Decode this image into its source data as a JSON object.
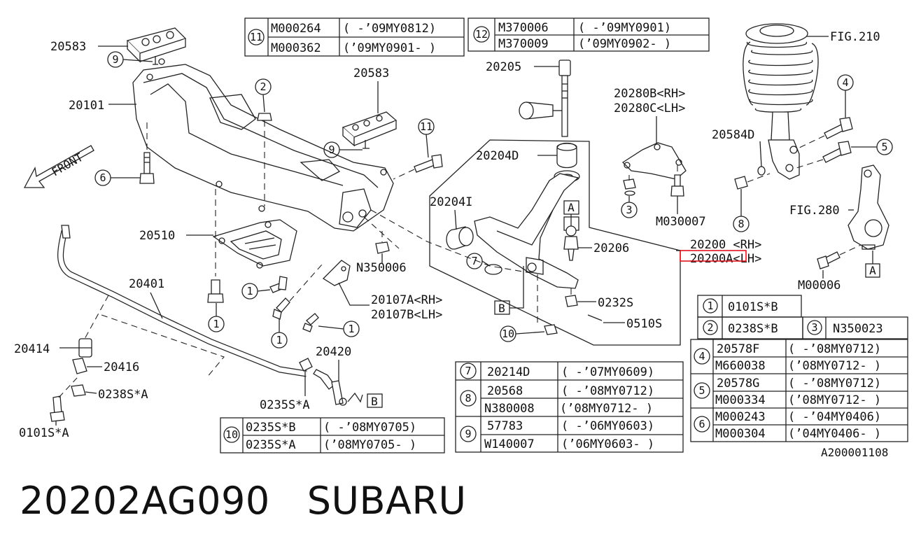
{
  "diagram_id": "A200001108",
  "footer": {
    "part_number": "20202AG090",
    "brand": "SUBARU"
  },
  "front_label": "FRONT",
  "callouts": {
    "c20583a": "20583",
    "c20583b": "20583",
    "c20101": "20101",
    "c20510": "20510",
    "c20401": "20401",
    "c20414": "20414",
    "c20416": "20416",
    "c0238A": "0238S*A",
    "c0101A": "0101S*A",
    "c0235A": "0235S*A",
    "c20420": "20420",
    "c20107A": "20107A<RH>",
    "c20107B": "20107B<LH>",
    "cN350006": "N350006",
    "c20205": "20205",
    "c20204D": "20204D",
    "c20204I": "20204I",
    "c20206": "20206",
    "c0232S": "0232S",
    "c0510S": "0510S",
    "c20280B": "20280B<RH>",
    "c20280C": "20280C<LH>",
    "cM030007": "M030007",
    "c20200": "20200 <RH>",
    "c20200A": "20200A<LH>",
    "c20584D": "20584D",
    "cFIG210": "FIG.210",
    "cFIG280": "FIG.280",
    "cM00006": "M00006"
  },
  "circle_refs": {
    "r9a": "9",
    "r9b": "9",
    "r2": "2",
    "r11": "11",
    "r6": "6",
    "r1a": "1",
    "r1b": "1",
    "r1c": "1",
    "r1d": "1",
    "r7": "7",
    "r10": "10",
    "r3": "3",
    "r4": "4",
    "r5": "5",
    "r8": "8"
  },
  "box_refs": {
    "bA1": "A",
    "bA2": "A",
    "bB1": "B",
    "bB2": "B"
  },
  "table_11": {
    "ref": "11",
    "rows": [
      [
        "M000264",
        "( -’09MY0812)"
      ],
      [
        "M000362",
        "(’09MY0901- )"
      ]
    ]
  },
  "table_12": {
    "ref": "12",
    "rows": [
      [
        "M370006",
        "( -’09MY0901)"
      ],
      [
        "M370009",
        "(’09MY0902- )"
      ]
    ]
  },
  "table_123": {
    "rows": [
      {
        "ref": "1",
        "part": "0101S*B"
      },
      {
        "ref": "2",
        "part": "0238S*B"
      },
      {
        "ref": "3",
        "part": "N350023"
      }
    ]
  },
  "table_456": {
    "groups": [
      {
        "ref": "4",
        "rows": [
          [
            "20578F",
            "( -’08MY0712)"
          ],
          [
            "M660038",
            "(’08MY0712- )"
          ]
        ]
      },
      {
        "ref": "5",
        "rows": [
          [
            "20578G",
            "( -’08MY0712)"
          ],
          [
            "M000334",
            "(’08MY0712- )"
          ]
        ]
      },
      {
        "ref": "6",
        "rows": [
          [
            "M000243",
            "( -’04MY0406)"
          ],
          [
            "M000304",
            "(’04MY0406- )"
          ]
        ]
      }
    ]
  },
  "table_789": {
    "groups": [
      {
        "ref": "7",
        "rows": [
          [
            "20214D",
            "( -’07MY0609)"
          ]
        ]
      },
      {
        "ref": "8",
        "rows": [
          [
            "20568",
            "( -’08MY0712)"
          ],
          [
            "N380008",
            "(’08MY0712- )"
          ]
        ]
      },
      {
        "ref": "9",
        "rows": [
          [
            "57783",
            "( -’06MY0603)"
          ],
          [
            "W140007",
            "(’06MY0603- )"
          ]
        ]
      }
    ]
  },
  "table_10": {
    "ref": "10",
    "rows": [
      [
        "0235S*B",
        "( -’08MY0705)"
      ],
      [
        "0235S*A",
        "(’08MY0705- )"
      ]
    ]
  },
  "highlight_color": "#e0161b"
}
